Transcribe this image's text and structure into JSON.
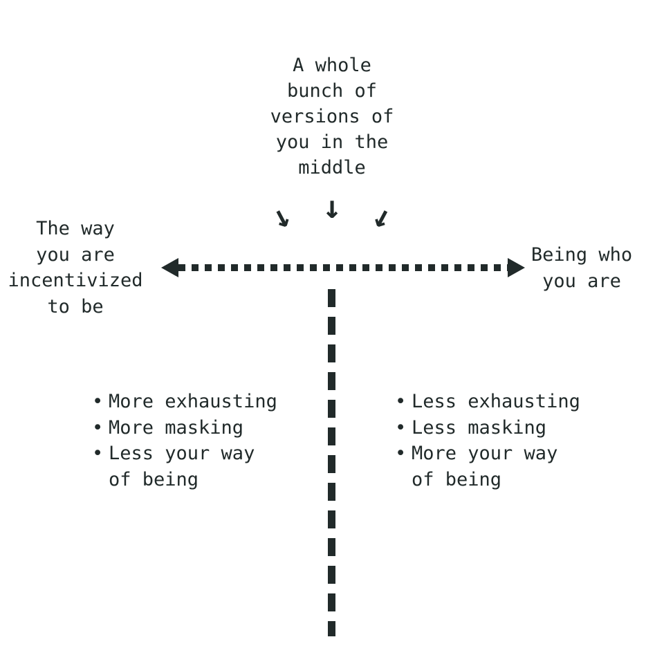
{
  "colors": {
    "ink": "#212a2a",
    "background": "#ffffff"
  },
  "top_annotation": {
    "text": "A whole\nbunch of\nversions of\nyou in the\nmiddle"
  },
  "icons": {
    "down_arrow_glyph": "↓",
    "left_arrowhead": "left-arrowhead",
    "right_arrowhead": "right-arrowhead"
  },
  "axis": {
    "left_label": "The way\nyou are\nincentivized\nto be",
    "right_label": "Being who\nyou are"
  },
  "lists": {
    "bullet": "•",
    "left": {
      "items": [
        "More exhausting",
        "More masking",
        "Less your way\nof being"
      ]
    },
    "right": {
      "items": [
        "Less exhausting",
        "Less masking",
        "More your way\nof being"
      ]
    }
  }
}
